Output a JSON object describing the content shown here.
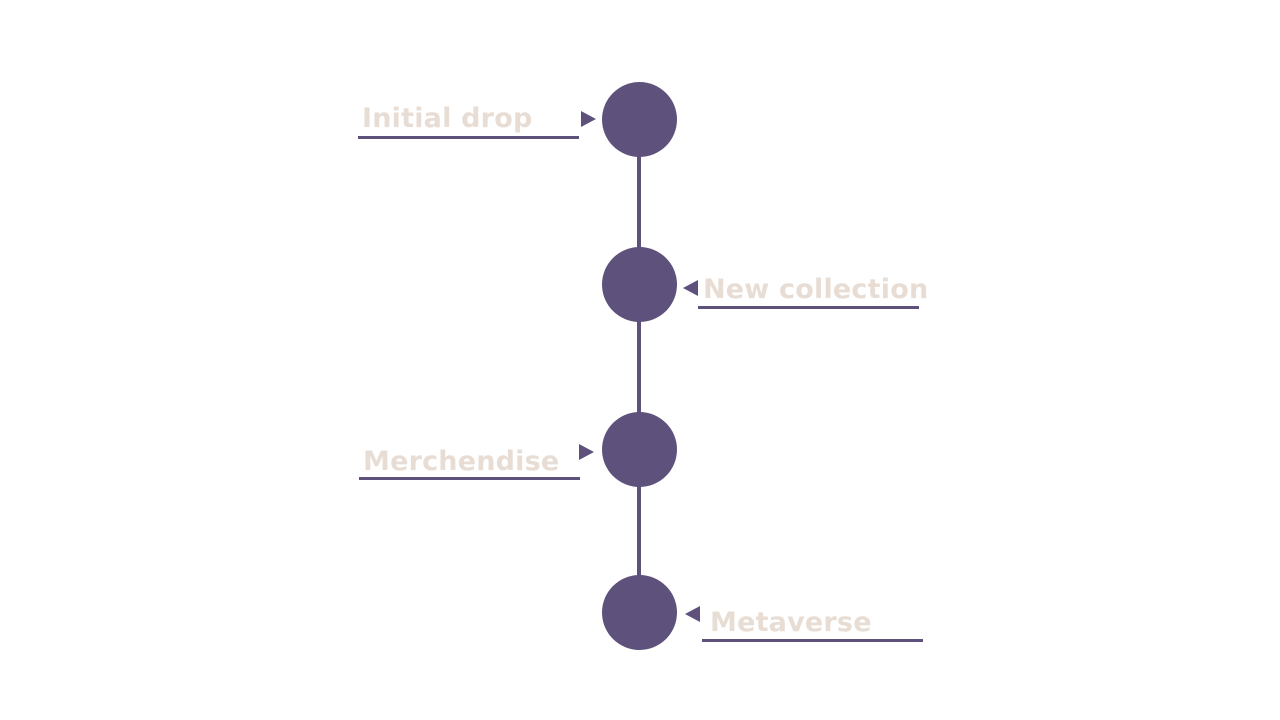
{
  "colors": {
    "node": "#5e527d",
    "line": "#5e527d",
    "label": "#e8ddd4"
  },
  "milestones": [
    {
      "label": "Initial drop",
      "side": "left"
    },
    {
      "label": "New collection",
      "side": "right"
    },
    {
      "label": "Merchendise",
      "side": "left"
    },
    {
      "label": "Metaverse",
      "side": "right"
    }
  ]
}
